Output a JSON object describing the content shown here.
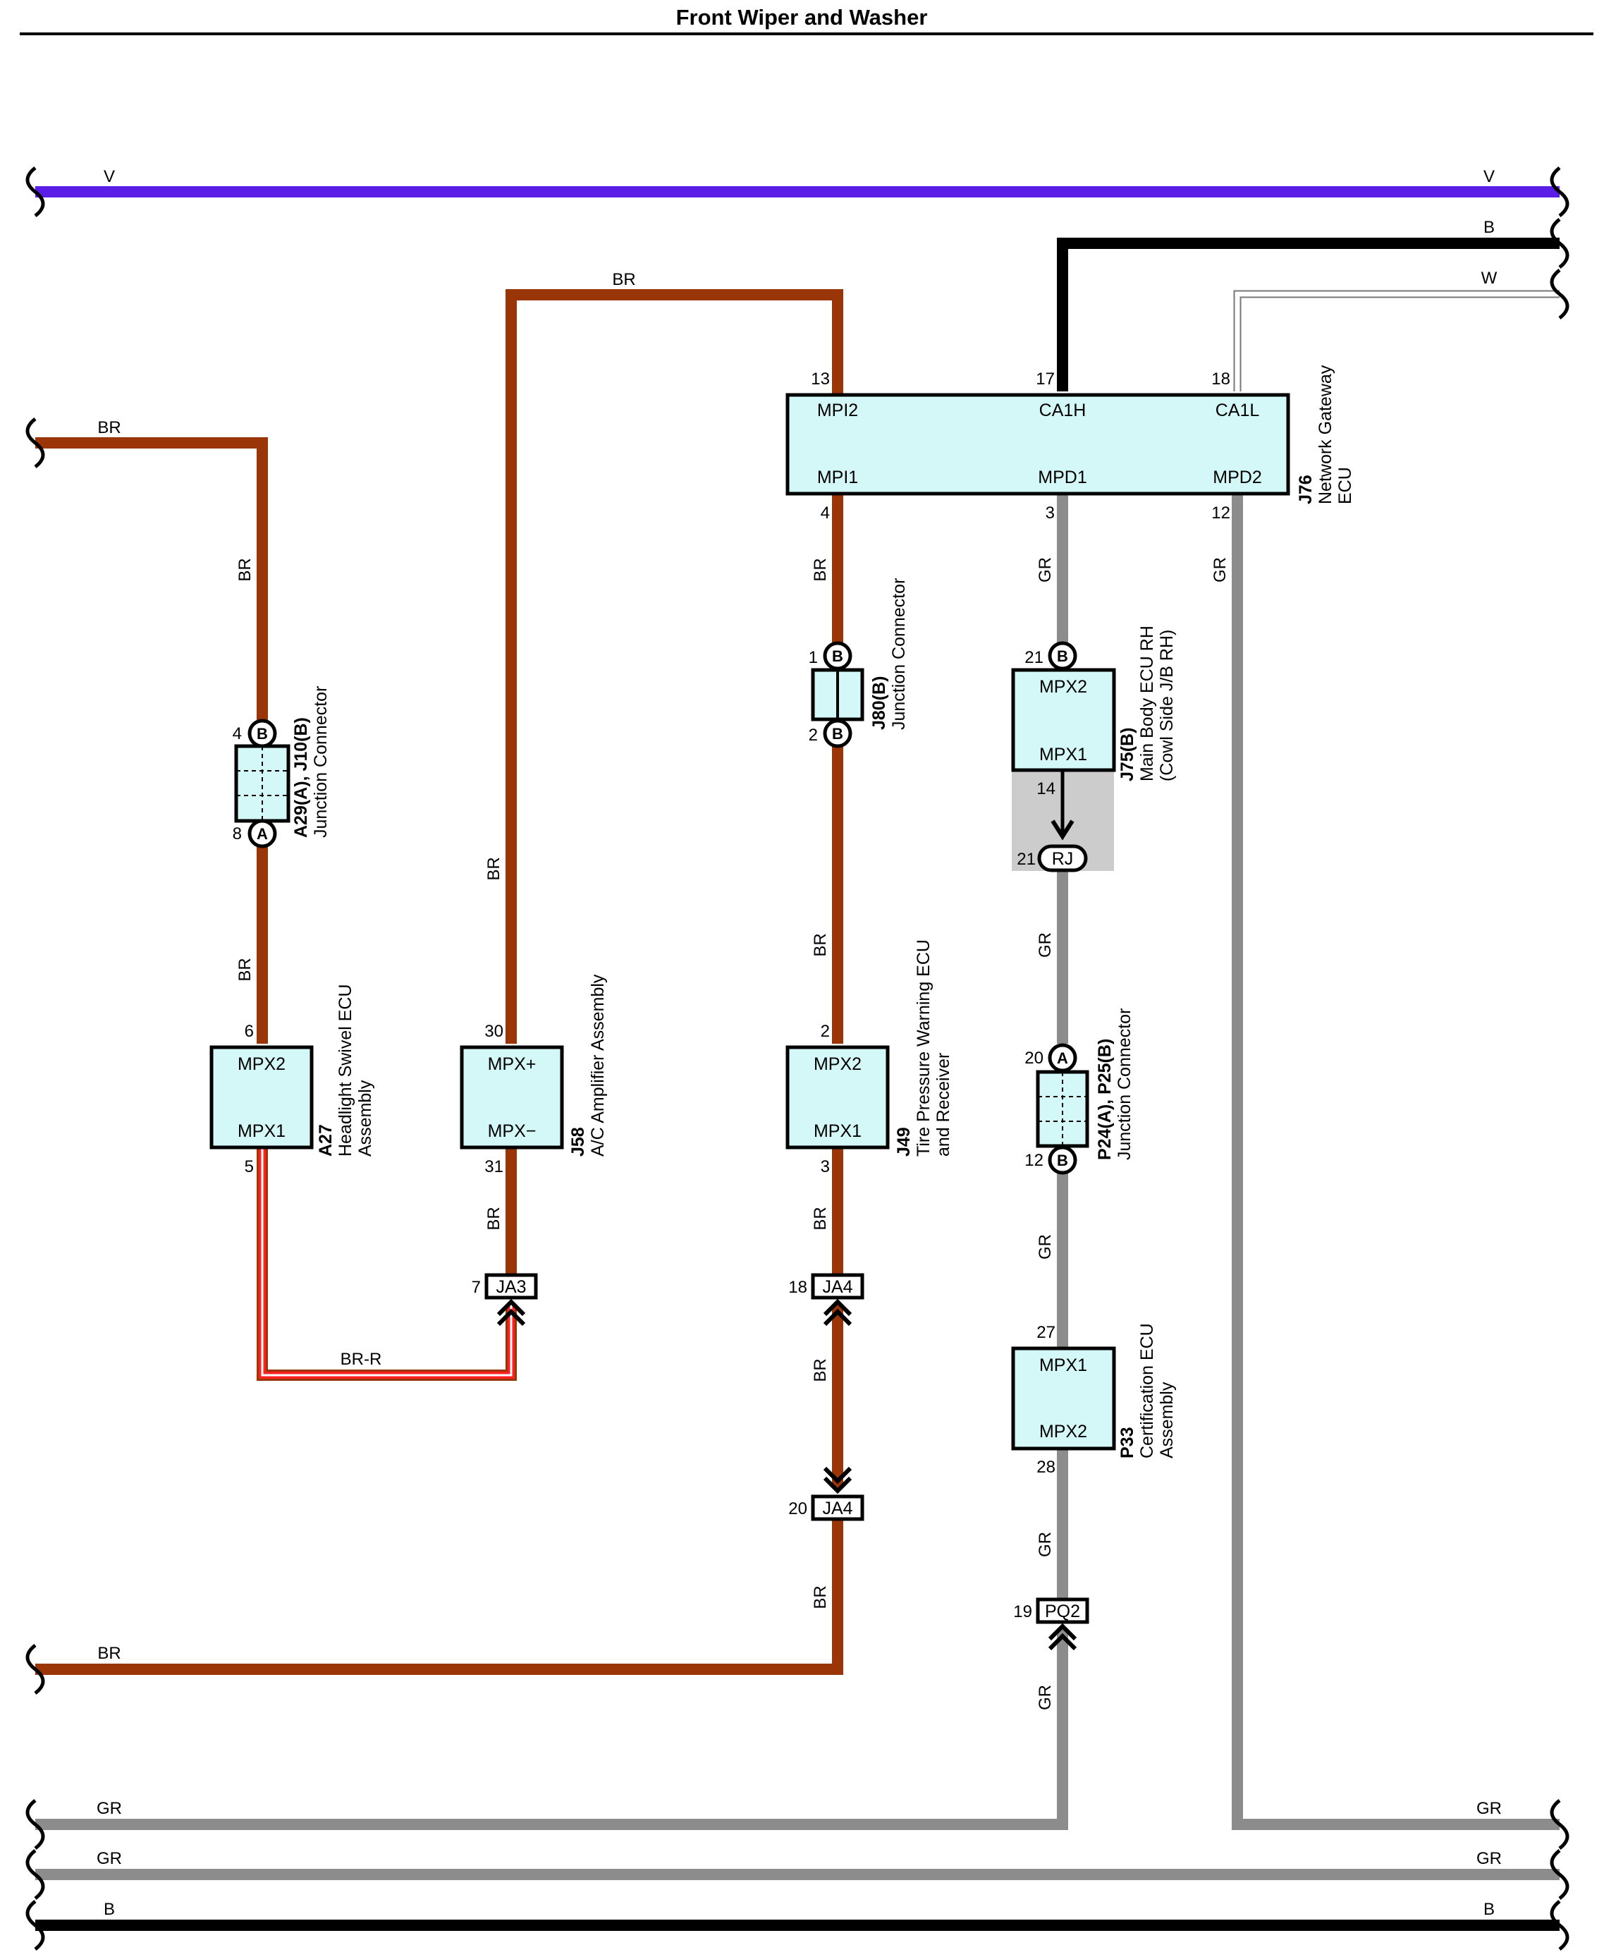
{
  "title": "Front Wiper and Washer",
  "colors": {
    "V": "#5a1ee6",
    "BR": "#9a3508",
    "B": "#000000",
    "W": "#ffffff",
    "GR": "#8c8c8c",
    "BR-R": "#e01818",
    "component_fill": "#d4f8f8",
    "ground_shade": "#cccccc"
  },
  "bus_wires": {
    "v": {
      "left": "V",
      "right": "V"
    },
    "b_top_right": "B",
    "w_top_right": "W",
    "gr1": {
      "left": "GR",
      "right": "GR"
    },
    "gr2": {
      "left": "GR",
      "right": "GR"
    },
    "b_bottom": {
      "left": "B",
      "right": "B"
    }
  },
  "wire_labels": {
    "br_top": "BR",
    "br_left_top": "BR",
    "br_left_bottom": "BR",
    "brr": "BR-R",
    "a29_upper": "BR",
    "a29_lower": "BR",
    "j58_upper": "BR",
    "j58_lower": "BR",
    "j80_upper": "BR",
    "j80_lower": "BR",
    "j49_lower": "BR",
    "ja4_between": "BR",
    "ja4_bottom": "BR",
    "gr_j76_3": "GR",
    "gr_j76_12": "GR",
    "gr_rj": "GR",
    "gr_p24": "GR",
    "gr_p33": "GR",
    "gr_pq2": "GR"
  },
  "components": {
    "j76": {
      "id": "J76",
      "name": [
        "Network Gateway",
        "ECU"
      ],
      "pins": {
        "mpi2": {
          "label": "MPI2",
          "num": "13"
        },
        "ca1h": {
          "label": "CA1H",
          "num": "17"
        },
        "ca1l": {
          "label": "CA1L",
          "num": "18"
        },
        "mpi1": {
          "label": "MPI1",
          "num": "4"
        },
        "mpd1": {
          "label": "MPD1",
          "num": "3"
        },
        "mpd2": {
          "label": "MPD2",
          "num": "12"
        }
      }
    },
    "a29": {
      "id": "A29(A), J10(B)",
      "name": "Junction Connector",
      "pin_top": "4",
      "pin_bottom": "8",
      "circle_top": "B",
      "circle_bottom": "A"
    },
    "j80": {
      "id": "J80(B)",
      "name": "Junction Connector",
      "pin_top": "1",
      "pin_bottom": "2",
      "circle_top": "B",
      "circle_bottom": "B"
    },
    "j75": {
      "id": "J75(B)",
      "name": [
        "Main Body ECU RH",
        "(Cowl Side J/B RH)"
      ],
      "top_label": "MPX2",
      "bottom_label": "MPX1",
      "pin_top": "21",
      "pin_bottom": "14",
      "circle_top": "B",
      "ground_pin": "21",
      "ground_label": "RJ"
    },
    "a27": {
      "id": "A27",
      "name": [
        "Headlight Swivel ECU",
        "Assembly"
      ],
      "top_label": "MPX2",
      "bottom_label": "MPX1",
      "pin_top": "6",
      "pin_bottom": "5"
    },
    "j58": {
      "id": "J58",
      "name": "A/C Amplifier Assembly",
      "top_label": "MPX+",
      "bottom_label": "MPX−",
      "pin_top": "30",
      "pin_bottom": "31"
    },
    "j49": {
      "id": "J49",
      "name": [
        "Tire Pressure Warning ECU",
        "and Receiver"
      ],
      "top_label": "MPX2",
      "bottom_label": "MPX1",
      "pin_top": "2",
      "pin_bottom": "3"
    },
    "p24": {
      "id": "P24(A), P25(B)",
      "name": "Junction Connector",
      "pin_top": "20",
      "pin_bottom": "12",
      "circle_top": "A",
      "circle_bottom": "B"
    },
    "p33": {
      "id": "P33",
      "name": [
        "Certification ECU",
        "Assembly"
      ],
      "top_label": "MPX1",
      "bottom_label": "MPX2",
      "pin_top": "27",
      "pin_bottom": "28"
    }
  },
  "inline_connectors": {
    "ja3": {
      "label": "JA3",
      "pin": "7"
    },
    "ja4_top": {
      "label": "JA4",
      "pin": "18"
    },
    "ja4_bottom": {
      "label": "JA4",
      "pin": "20"
    },
    "pq2": {
      "label": "PQ2",
      "pin": "19"
    }
  }
}
